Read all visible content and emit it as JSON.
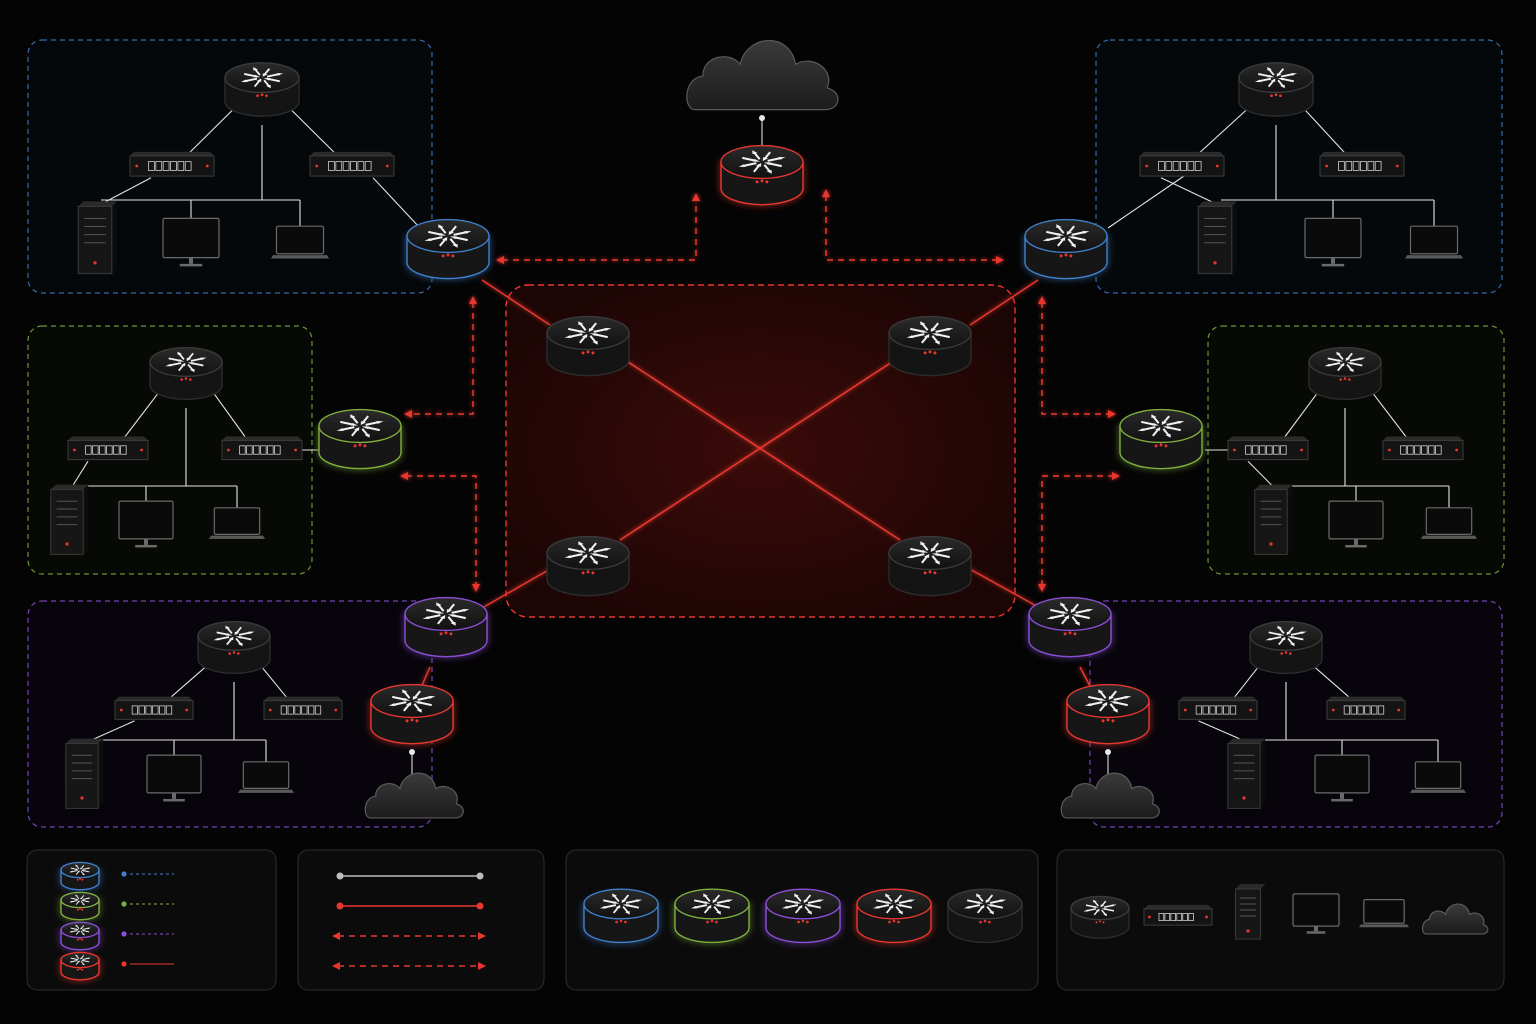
{
  "colors": {
    "background": "#040404",
    "core": "#e8372f",
    "zone_blue": "#3f7fc9",
    "zone_green": "#7fae3e",
    "zone_purple": "#8a4fd6",
    "zone_red": "#e8372f",
    "neutral_link": "#d6d6d6",
    "device_body": "#161616",
    "led": "#e8372f"
  },
  "icons": {
    "router": "router-icon",
    "switch": "switch-icon",
    "server": "server-tower-icon",
    "monitor": "desktop-monitor-icon",
    "laptop": "laptop-icon",
    "cloud": "cloud-icon"
  },
  "zones": [
    {
      "id": "blue-zone",
      "color": "blue",
      "side": "left",
      "row": "top"
    },
    {
      "id": "blue-zone",
      "color": "blue",
      "side": "right",
      "row": "top"
    },
    {
      "id": "green-zone",
      "color": "green",
      "side": "left",
      "row": "middle"
    },
    {
      "id": "green-zone",
      "color": "green",
      "side": "right",
      "row": "middle"
    },
    {
      "id": "purple-zone",
      "color": "purple",
      "side": "left",
      "row": "bottom"
    },
    {
      "id": "purple-zone",
      "color": "purple",
      "side": "right",
      "row": "bottom"
    }
  ],
  "core": {
    "name": "core-mesh",
    "routers": 4,
    "links": "full-mesh"
  },
  "legend": {
    "zone_keys": [
      "blue",
      "green",
      "purple",
      "red"
    ],
    "link_keys": [
      "solid-gray",
      "solid-red",
      "dashed-red-bidirectional",
      "dashed-red-bidirectional"
    ],
    "router_variants": [
      "blue",
      "green",
      "purple",
      "red",
      "plain"
    ],
    "device_kinds": [
      "router",
      "switch",
      "server",
      "monitor",
      "laptop",
      "cloud"
    ]
  }
}
